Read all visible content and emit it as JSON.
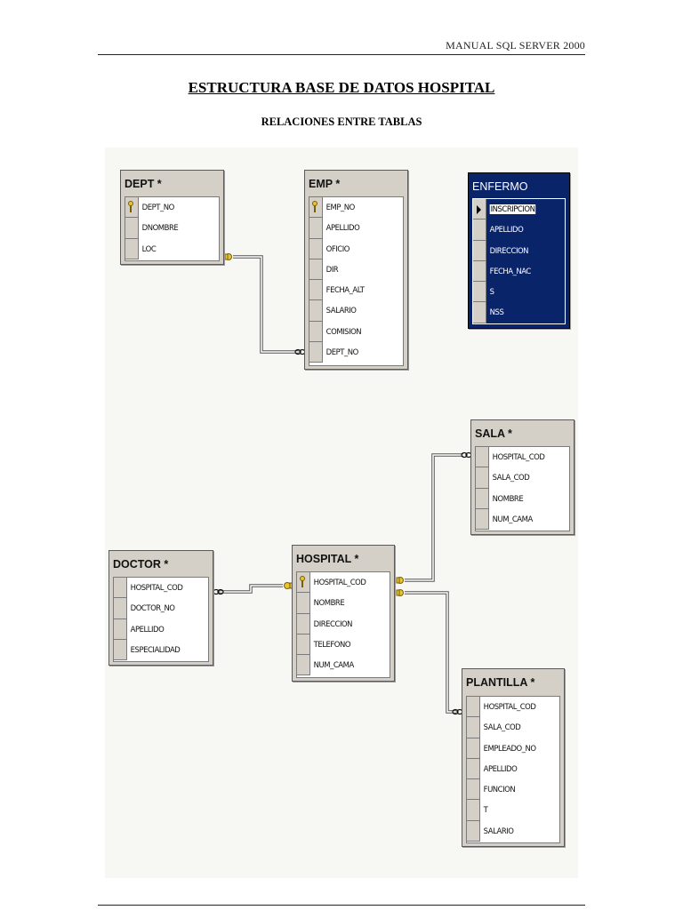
{
  "header": {
    "text": "MANUAL SQL SERVER 2000"
  },
  "title": "ESTRUCTURA BASE DE DATOS HOSPITAL",
  "subtitle": "RELACIONES ENTRE TABLAS",
  "tables": {
    "dept": {
      "name": "DEPT *",
      "fields": [
        "DEPT_NO",
        "DNOMBRE",
        "LOC"
      ],
      "key_field": "DEPT_NO"
    },
    "emp": {
      "name": "EMP *",
      "fields": [
        "EMP_NO",
        "APELLIDO",
        "OFICIO",
        "DIR",
        "FECHA_ALT",
        "SALARIO",
        "COMISION",
        "DEPT_NO"
      ],
      "key_field": "EMP_NO"
    },
    "enfermo": {
      "name": "ENFERMO",
      "fields": [
        "INSCRIPCION",
        "APELLIDO",
        "DIRECCION",
        "FECHA_NAC",
        "S",
        "NSS"
      ],
      "current_field": "INSCRIPCION",
      "selected": true
    },
    "sala": {
      "name": "SALA *",
      "fields": [
        "HOSPITAL_COD",
        "SALA_COD",
        "NOMBRE",
        "NUM_CAMA"
      ]
    },
    "doctor": {
      "name": "DOCTOR *",
      "fields": [
        "HOSPITAL_COD",
        "DOCTOR_NO",
        "APELLIDO",
        "ESPECIALIDAD"
      ]
    },
    "hospital": {
      "name": "HOSPITAL *",
      "fields": [
        "HOSPITAL_COD",
        "NOMBRE",
        "DIRECCION",
        "TELEFONO",
        "NUM_CAMA"
      ],
      "key_field": "HOSPITAL_COD"
    },
    "plantilla": {
      "name": "PLANTILLA *",
      "fields": [
        "HOSPITAL_COD",
        "SALA_COD",
        "EMPLEADO_NO",
        "APELLIDO",
        "FUNCION",
        "T",
        "SALARIO"
      ]
    }
  },
  "relationships": [
    {
      "from": "DEPT.DEPT_NO",
      "to": "EMP.DEPT_NO",
      "type": "one-to-many"
    },
    {
      "from": "HOSPITAL.HOSPITAL_COD",
      "to": "SALA.HOSPITAL_COD",
      "type": "one-to-many"
    },
    {
      "from": "HOSPITAL.HOSPITAL_COD",
      "to": "DOCTOR.HOSPITAL_COD",
      "type": "one-to-many"
    },
    {
      "from": "HOSPITAL.HOSPITAL_COD",
      "to": "PLANTILLA.HOSPITAL_COD",
      "type": "one-to-many"
    }
  ]
}
